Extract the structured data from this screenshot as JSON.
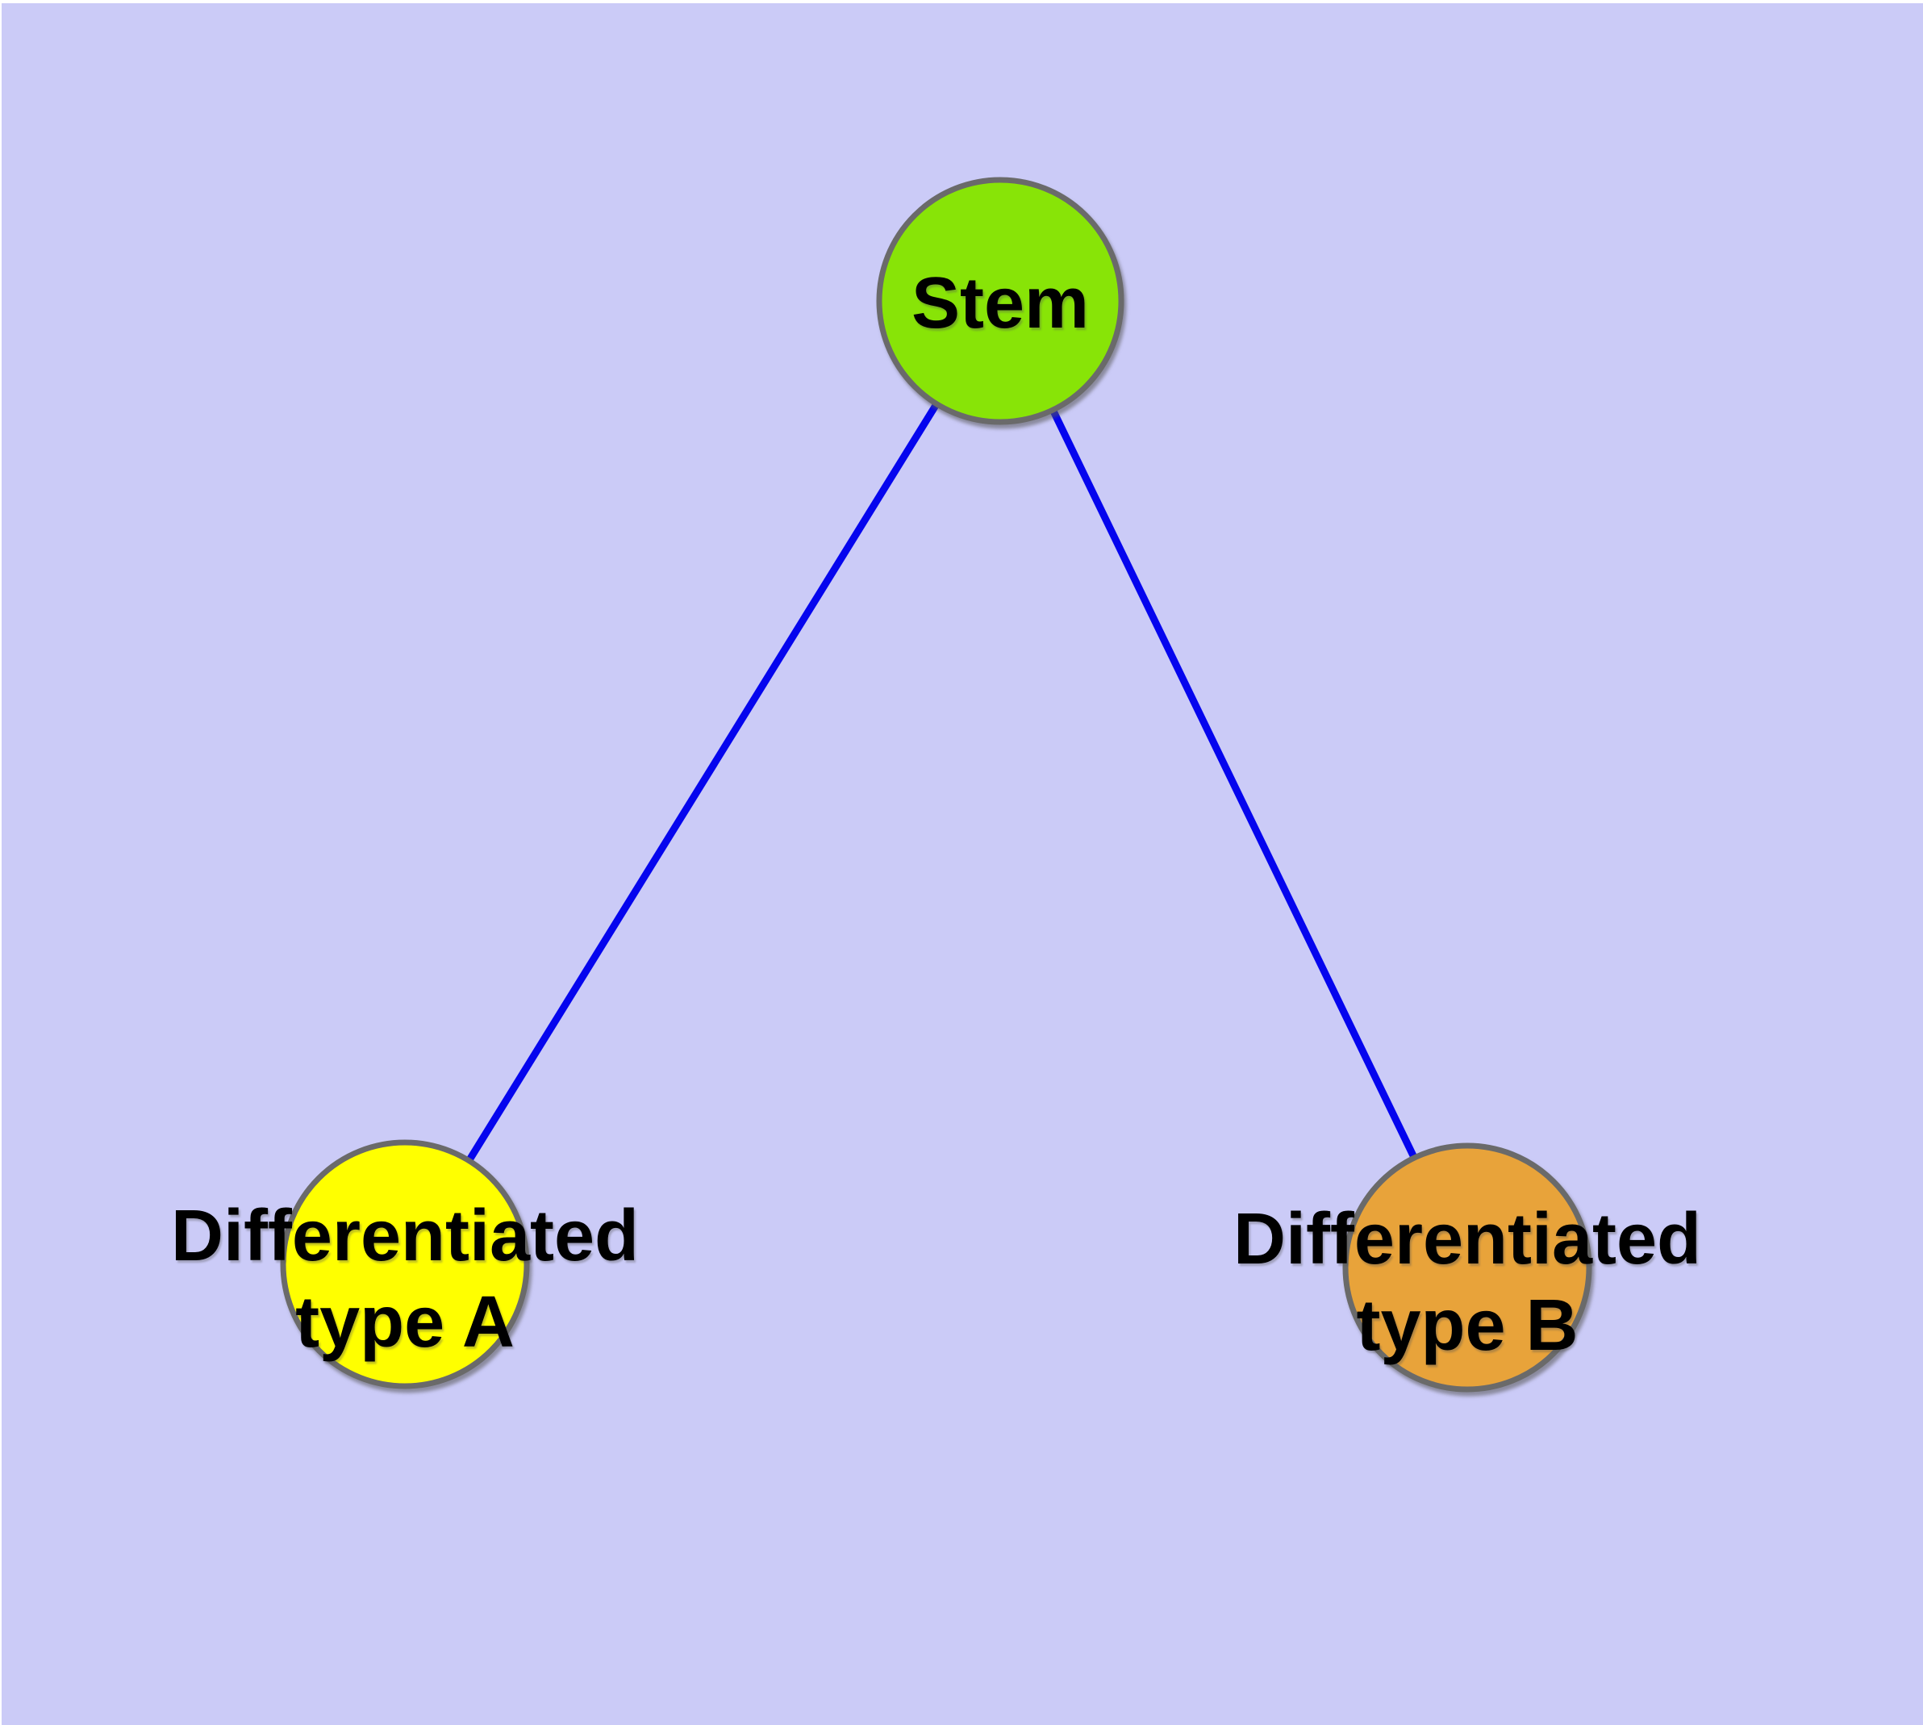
{
  "diagram": {
    "title": "cell differentiation graph",
    "background_color": "#CBCBF7",
    "frame_color": "#FFFFFF",
    "edge_color": "#0505EE",
    "node_border_color": "#6A6A6A",
    "label_color": "#000000",
    "nodes": [
      {
        "id": "stem",
        "label": "Stem",
        "fill": "#88E407"
      },
      {
        "id": "type-a",
        "label_line1": "Differentiated",
        "label_line2": "type A",
        "fill": "#FFFF00"
      },
      {
        "id": "type-b",
        "label_line1": "Differentiated",
        "label_line2": "type B",
        "fill": "#E8A33A"
      }
    ],
    "edges": [
      {
        "from": "Stem",
        "to": "Differentiated type A"
      },
      {
        "from": "Stem",
        "to": "Differentiated type B"
      }
    ]
  }
}
